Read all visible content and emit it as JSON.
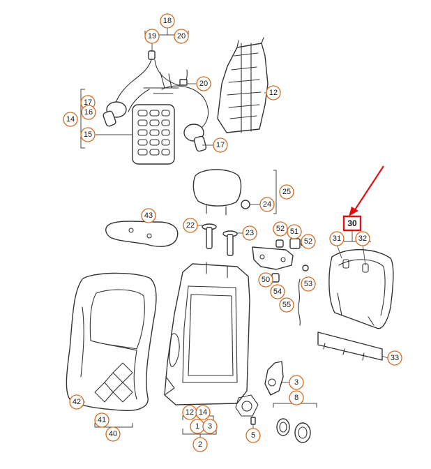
{
  "diagram": {
    "highlight_color": "#e01010",
    "callout_color": "#d2691e",
    "highlighted_part": "30",
    "callouts": [
      {
        "id": "c18",
        "label": "18"
      },
      {
        "id": "c19",
        "label": "19"
      },
      {
        "id": "c20a",
        "label": "20"
      },
      {
        "id": "c20b",
        "label": "20"
      },
      {
        "id": "c12a",
        "label": "12"
      },
      {
        "id": "c17a",
        "label": "17"
      },
      {
        "id": "c16",
        "label": "16"
      },
      {
        "id": "c14a",
        "label": "14"
      },
      {
        "id": "c15",
        "label": "15"
      },
      {
        "id": "c17b",
        "label": "17"
      },
      {
        "id": "c25",
        "label": "25"
      },
      {
        "id": "c24",
        "label": "24"
      },
      {
        "id": "c43",
        "label": "43"
      },
      {
        "id": "c22",
        "label": "22"
      },
      {
        "id": "c23",
        "label": "23"
      },
      {
        "id": "c52a",
        "label": "52"
      },
      {
        "id": "c51",
        "label": "51"
      },
      {
        "id": "c52b",
        "label": "52"
      },
      {
        "id": "c31",
        "label": "31"
      },
      {
        "id": "c32",
        "label": "32"
      },
      {
        "id": "c50",
        "label": "50"
      },
      {
        "id": "c53",
        "label": "53"
      },
      {
        "id": "c54",
        "label": "54"
      },
      {
        "id": "c55",
        "label": "55"
      },
      {
        "id": "c33",
        "label": "33"
      },
      {
        "id": "c3a",
        "label": "3"
      },
      {
        "id": "c8",
        "label": "8"
      },
      {
        "id": "c42",
        "label": "42"
      },
      {
        "id": "c41",
        "label": "41"
      },
      {
        "id": "c40",
        "label": "40"
      },
      {
        "id": "c12b",
        "label": "12"
      },
      {
        "id": "c14b",
        "label": "14"
      },
      {
        "id": "c1",
        "label": "1"
      },
      {
        "id": "c3b",
        "label": "3"
      },
      {
        "id": "c2",
        "label": "2"
      },
      {
        "id": "c5",
        "label": "5"
      }
    ]
  }
}
